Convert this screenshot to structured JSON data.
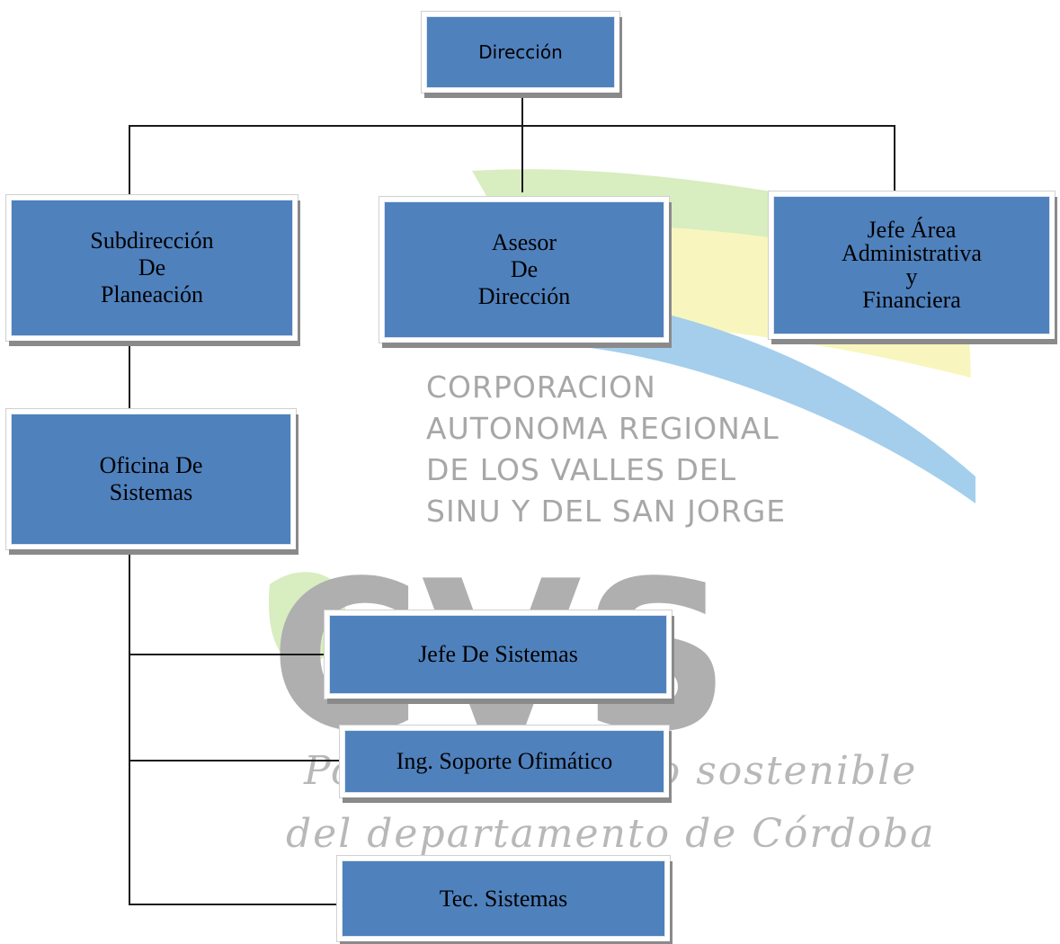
{
  "org_chart": {
    "top": {
      "label": "Dirección"
    },
    "level2": [
      {
        "label": "Subdirección\nDe\nPlaneación"
      },
      {
        "label": "Asesor\nDe\nDirección"
      },
      {
        "label": "Jefe Área\nAdministrativa\ny\nFinanciera"
      }
    ],
    "office": {
      "label": "Oficina  De\nSistemas"
    },
    "staff": [
      {
        "label": "Jefe De Sistemas"
      },
      {
        "label": "Ing. Soporte  Ofimático"
      },
      {
        "label": "Tec. Sistemas"
      }
    ]
  },
  "watermark": {
    "lines": [
      "CORPORACION",
      "AUTONOMA REGIONAL",
      "DE LOS VALLES DEL",
      "SINU Y DEL SAN JORGE"
    ],
    "acronym": "CVS",
    "slogan_line1": "Por un desarrollo sostenible",
    "slogan_line2": "del departamento de Córdoba",
    "colors": {
      "blue": "#5aa7dc",
      "yellow": "#f3f089",
      "green": "#9fd36a",
      "gray": "#8a8a8a"
    }
  }
}
